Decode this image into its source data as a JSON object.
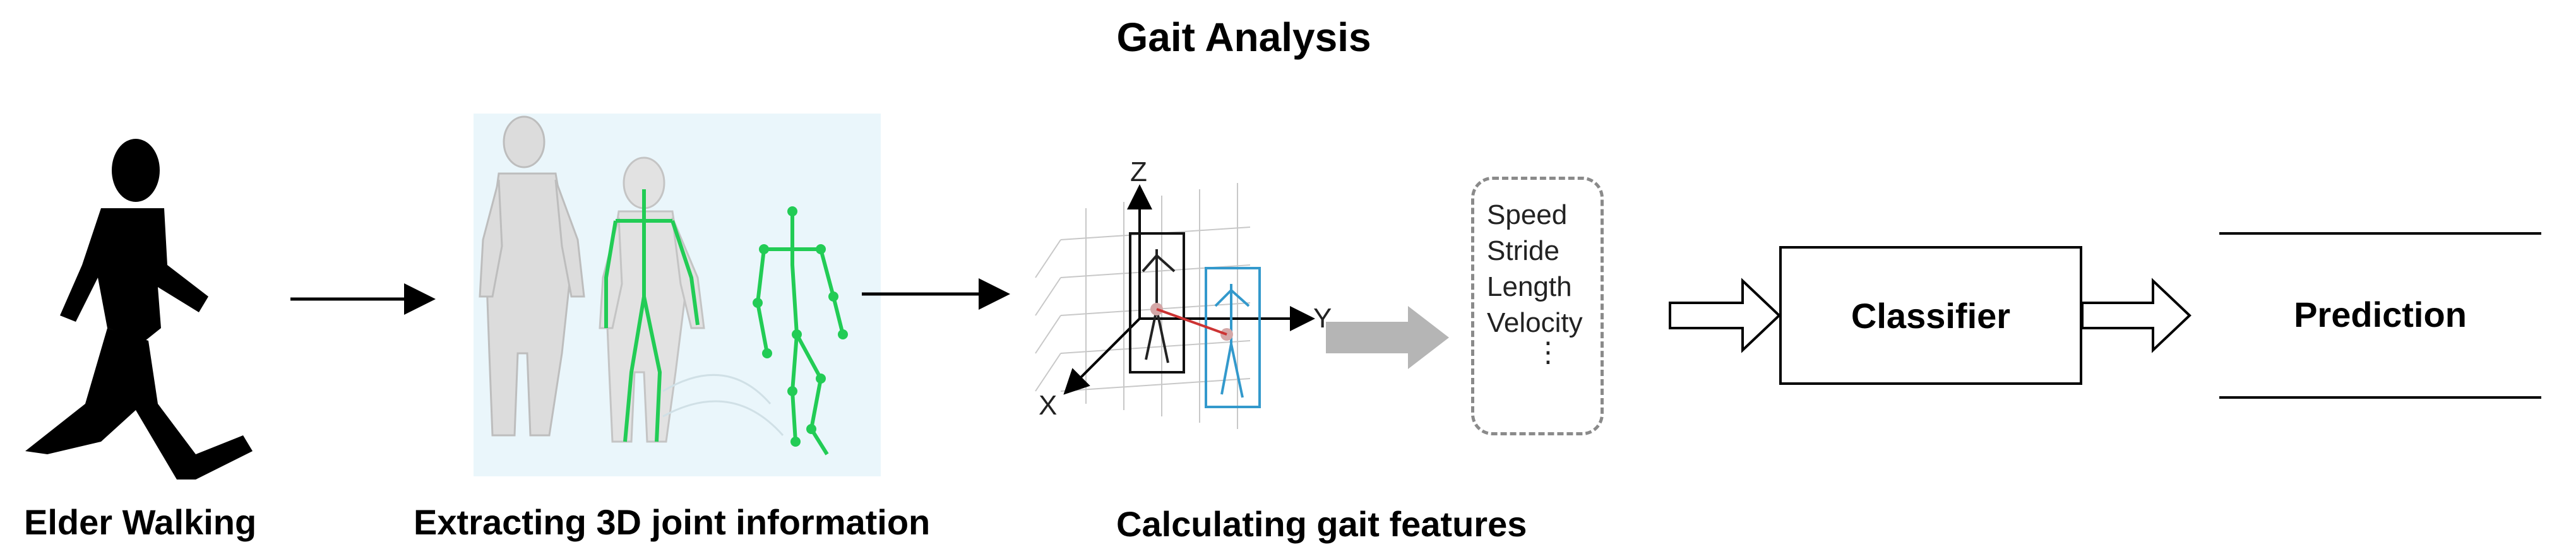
{
  "title": "Gait Analysis",
  "captions": {
    "elder_walking": "Elder Walking",
    "extracting": "Extracting 3D joint information",
    "calculating": "Calculating gait features"
  },
  "axes": {
    "z": "Z",
    "y": "Y",
    "x": "X"
  },
  "features": [
    "Speed",
    "Stride",
    "Length",
    "Velocity"
  ],
  "features_more": "⋮",
  "classifier": "Classifier",
  "prediction": "Prediction",
  "colors": {
    "skeleton": "#22cc55",
    "skeleton2": "#3399cc",
    "arrow_gray": "#b5b5b5",
    "joint_panel_bg": "#eaf6fb"
  }
}
